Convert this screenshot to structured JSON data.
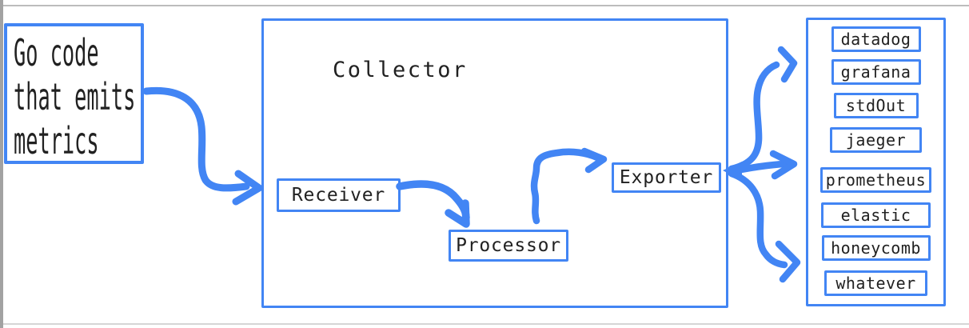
{
  "source_box": {
    "lines": [
      "Go code",
      "that emits",
      "metrics"
    ]
  },
  "collector": {
    "title": "Collector",
    "stages": [
      {
        "label": "Receiver"
      },
      {
        "label": "Processor"
      },
      {
        "label": "Exporter"
      }
    ]
  },
  "destinations": {
    "items": [
      "datadog",
      "grafana",
      "stdOut",
      "jaeger",
      "prometheus",
      "elastic",
      "honeycomb",
      "whatever"
    ]
  },
  "colors": {
    "accent_blue": "#4285f4",
    "text": "#212121",
    "frame_gray": "#a2a2a2"
  }
}
